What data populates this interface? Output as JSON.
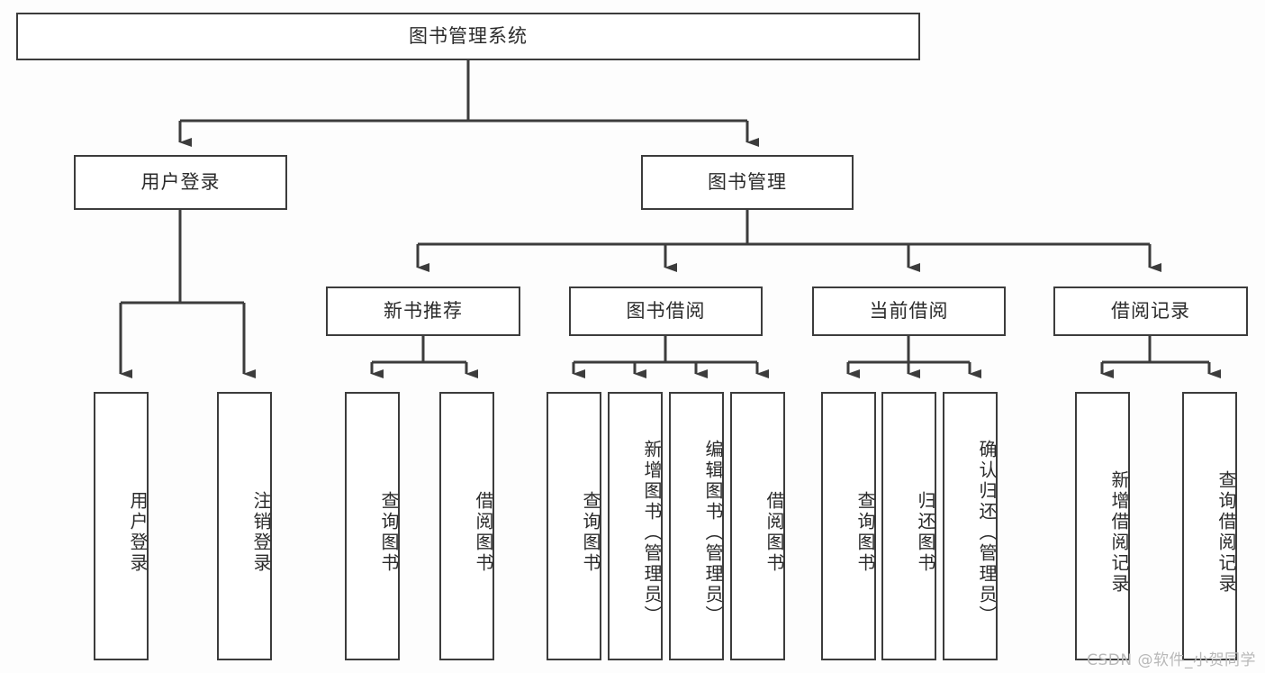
{
  "diagram": {
    "title": "图书管理系统",
    "colors": {
      "stroke": "#3c3c3c",
      "fill": "#ffffff",
      "background": "#fdfdfd",
      "text": "#2b2b2b",
      "watermark": "#b8b8b8"
    },
    "root": {
      "label": "图书管理系统"
    },
    "level2": [
      {
        "label": "用户登录"
      },
      {
        "label": "图书管理"
      }
    ],
    "level3": [
      {
        "label": "新书推荐"
      },
      {
        "label": "图书借阅"
      },
      {
        "label": "当前借阅"
      },
      {
        "label": "借阅记录"
      }
    ],
    "leaves": {
      "user_login": [
        {
          "label": "用户登录"
        },
        {
          "label": "注销登录"
        }
      ],
      "new_book": [
        {
          "label": "查询图书"
        },
        {
          "label": "借阅图书"
        }
      ],
      "book_borrow": [
        {
          "label": "查询图书"
        },
        {
          "label": "新增图书（管理员）"
        },
        {
          "label": "编辑图书（管理员）"
        },
        {
          "label": "借阅图书"
        }
      ],
      "current_borrow": [
        {
          "label": "查询图书"
        },
        {
          "label": "归还图书"
        },
        {
          "label": "确认归还（管理员）"
        }
      ],
      "borrow_record": [
        {
          "label": "新增借阅记录"
        },
        {
          "label": "查询借阅记录"
        }
      ]
    },
    "watermark": "CSDN @软件_小贺同学"
  }
}
